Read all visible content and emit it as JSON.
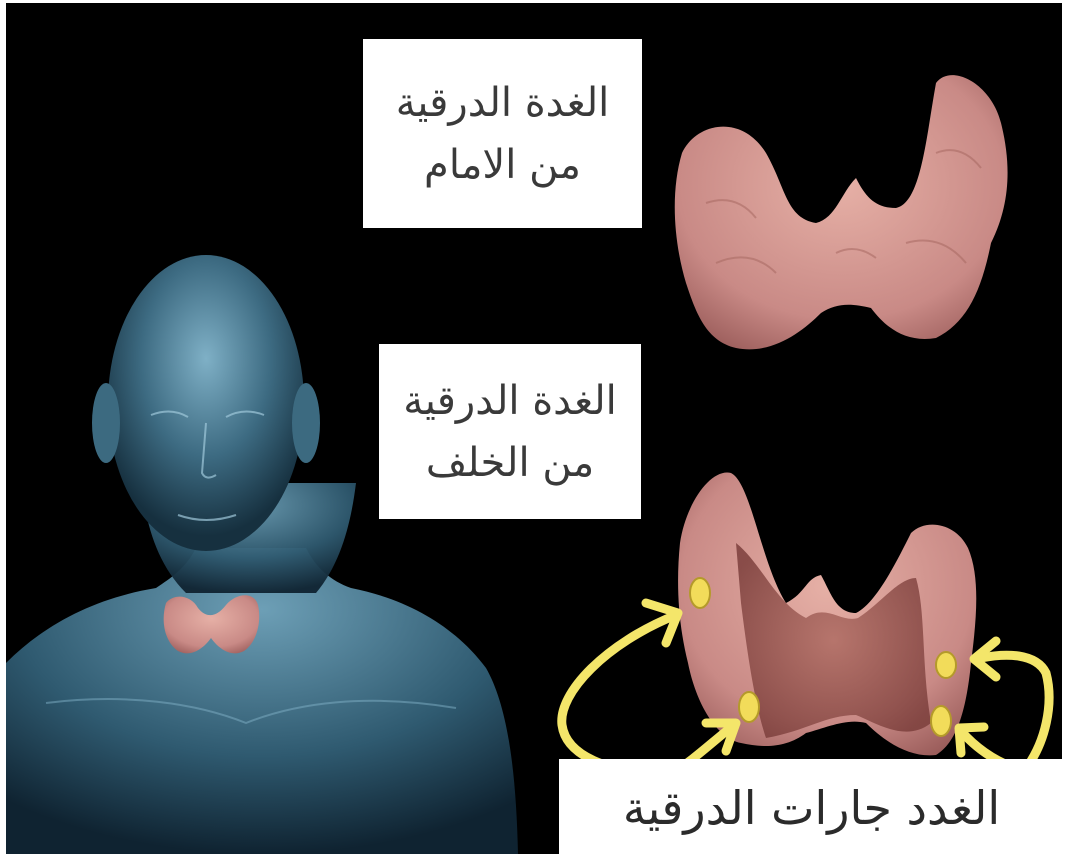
{
  "labels": {
    "front_line1": "الغدة الدرقية",
    "front_line2": "من الامام",
    "back_line1": "الغدة الدرقية",
    "back_line2": "من الخلف",
    "parathyroid": "الغدد جارات  الدرقية"
  },
  "colors": {
    "background": "#000000",
    "label_box": "#ffffff",
    "arrow": "#f4e66a",
    "gland": "#c98a86",
    "body": "#3f6f86"
  }
}
